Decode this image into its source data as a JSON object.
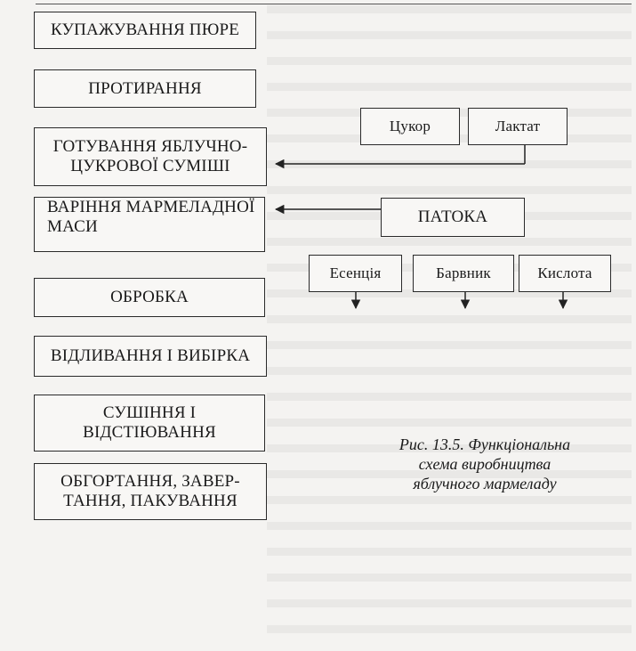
{
  "steps": [
    "КУПАЖУВАННЯ ПЮРЕ",
    "ПРОТИРАННЯ",
    "ГОТУВАННЯ ЯБЛУЧНО-ЦУКРОВОЇ СУМІШІ",
    "ВАРІННЯ МАРМЕЛАДНОЇ МАСИ",
    "ОБРОБКА",
    "ВІДЛИВАННЯ І ВИБІРКА",
    "СУШІННЯ І ВІДСТІЮВАННЯ",
    "ОБГОРТАННЯ, ЗАВЕРТАННЯ, ПАКУВАННЯ"
  ],
  "step_lines": {
    "mixture": [
      "ГОТУВАННЯ ЯБЛУЧНО-",
      "ЦУКРОВОЇ СУМІШІ"
    ],
    "boiling": [
      "ВАРІННЯ МАРМЕЛАДНОЇ",
      "МАСИ"
    ],
    "drying": [
      "СУШІННЯ І",
      "ВІДСТІЮВАННЯ"
    ],
    "packing": [
      "ОБГОРТАННЯ, ЗАВЕР-",
      "ТАННЯ, ПАКУВАННЯ"
    ]
  },
  "inputs": {
    "sugar": "Цукор",
    "lactate": "Лактат",
    "molasses": "ПАТОКА",
    "essence": "Есенція",
    "dye": "Барвник",
    "acid": "Кислота"
  },
  "caption": {
    "line1": "Рис. 13.5. Функціональна",
    "line2": "схема виробництва",
    "line3": "яблучного мармеладу"
  }
}
